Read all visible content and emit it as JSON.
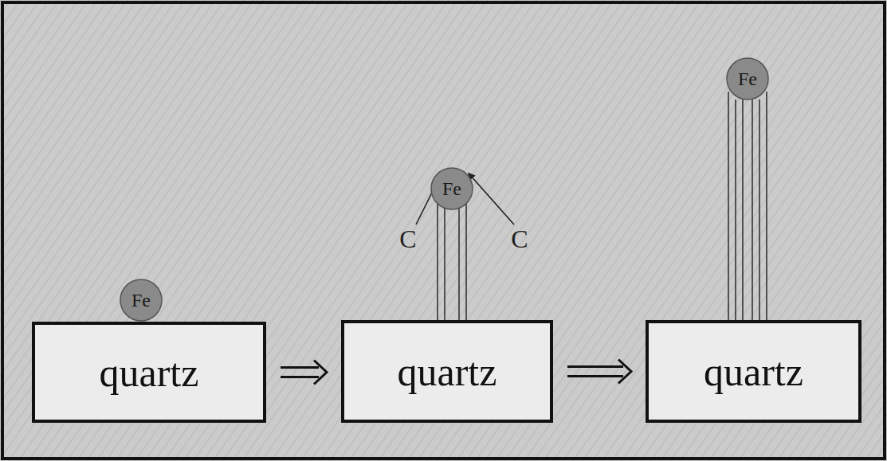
{
  "diagram": {
    "nodes": [
      {
        "text": [
          "Fe"
        ]
      },
      {
        "text": [
          "quartz"
        ]
      },
      {
        "text": [
          "Fe"
        ]
      },
      {
        "text": [
          "quartz"
        ]
      },
      {
        "text": [
          "Fe"
        ]
      },
      {
        "text": [
          "quartz"
        ]
      }
    ],
    "edges": [
      {
        "from": 1,
        "to": 3,
        "arrow": "to"
      },
      {
        "from": 3,
        "to": 5,
        "arrow": "to"
      }
    ],
    "labels": [
      "C",
      "C"
    ]
  }
}
